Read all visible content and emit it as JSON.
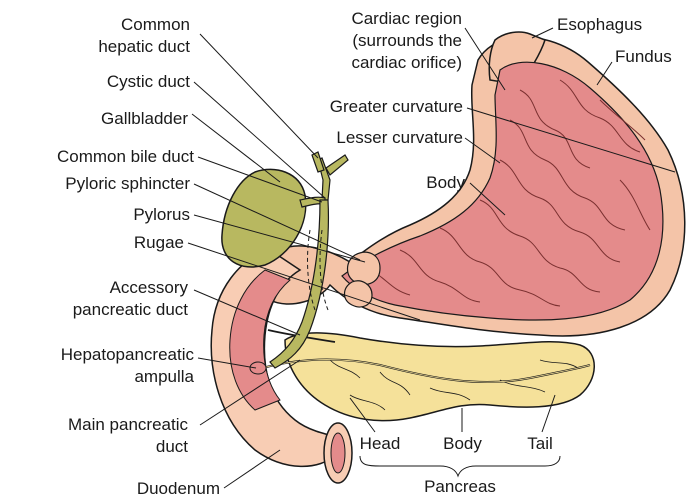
{
  "diagram": {
    "labels": {
      "common_hepatic_duct": "Common\nhepatic duct",
      "cystic_duct": "Cystic duct",
      "gallbladder": "Gallbladder",
      "common_bile_duct": "Common bile duct",
      "pyloric_sphincter": "Pyloric sphincter",
      "pylorus": "Pylorus",
      "rugae": "Rugae",
      "accessory_pancreatic_duct": "Accessory\npancreatic duct",
      "hepatopancreatic_ampulla": "Hepatopancreatic\nampulla",
      "main_pancreatic_duct": "Main pancreatic\nduct",
      "duodenum": "Duodenum",
      "cardiac_region": "Cardiac region\n(surrounds the\ncardiac orifice)",
      "esophagus": "Esophagus",
      "fundus": "Fundus",
      "greater_curvature": "Greater curvature",
      "lesser_curvature": "Lesser curvature",
      "stomach_body": "Body",
      "pancreas_head": "Head",
      "pancreas_body": "Body",
      "pancreas_tail": "Tail",
      "pancreas": "Pancreas"
    },
    "colors": {
      "stomach_wall": "#f4c4a8",
      "stomach_lining": "#e48b8b",
      "rugae_lines": "#7a3030",
      "gallbladder": "#b8b860",
      "pancreas": "#f5e19a",
      "duodenum_outer": "#f8cdb4",
      "outline": "#1a1a1a"
    }
  }
}
